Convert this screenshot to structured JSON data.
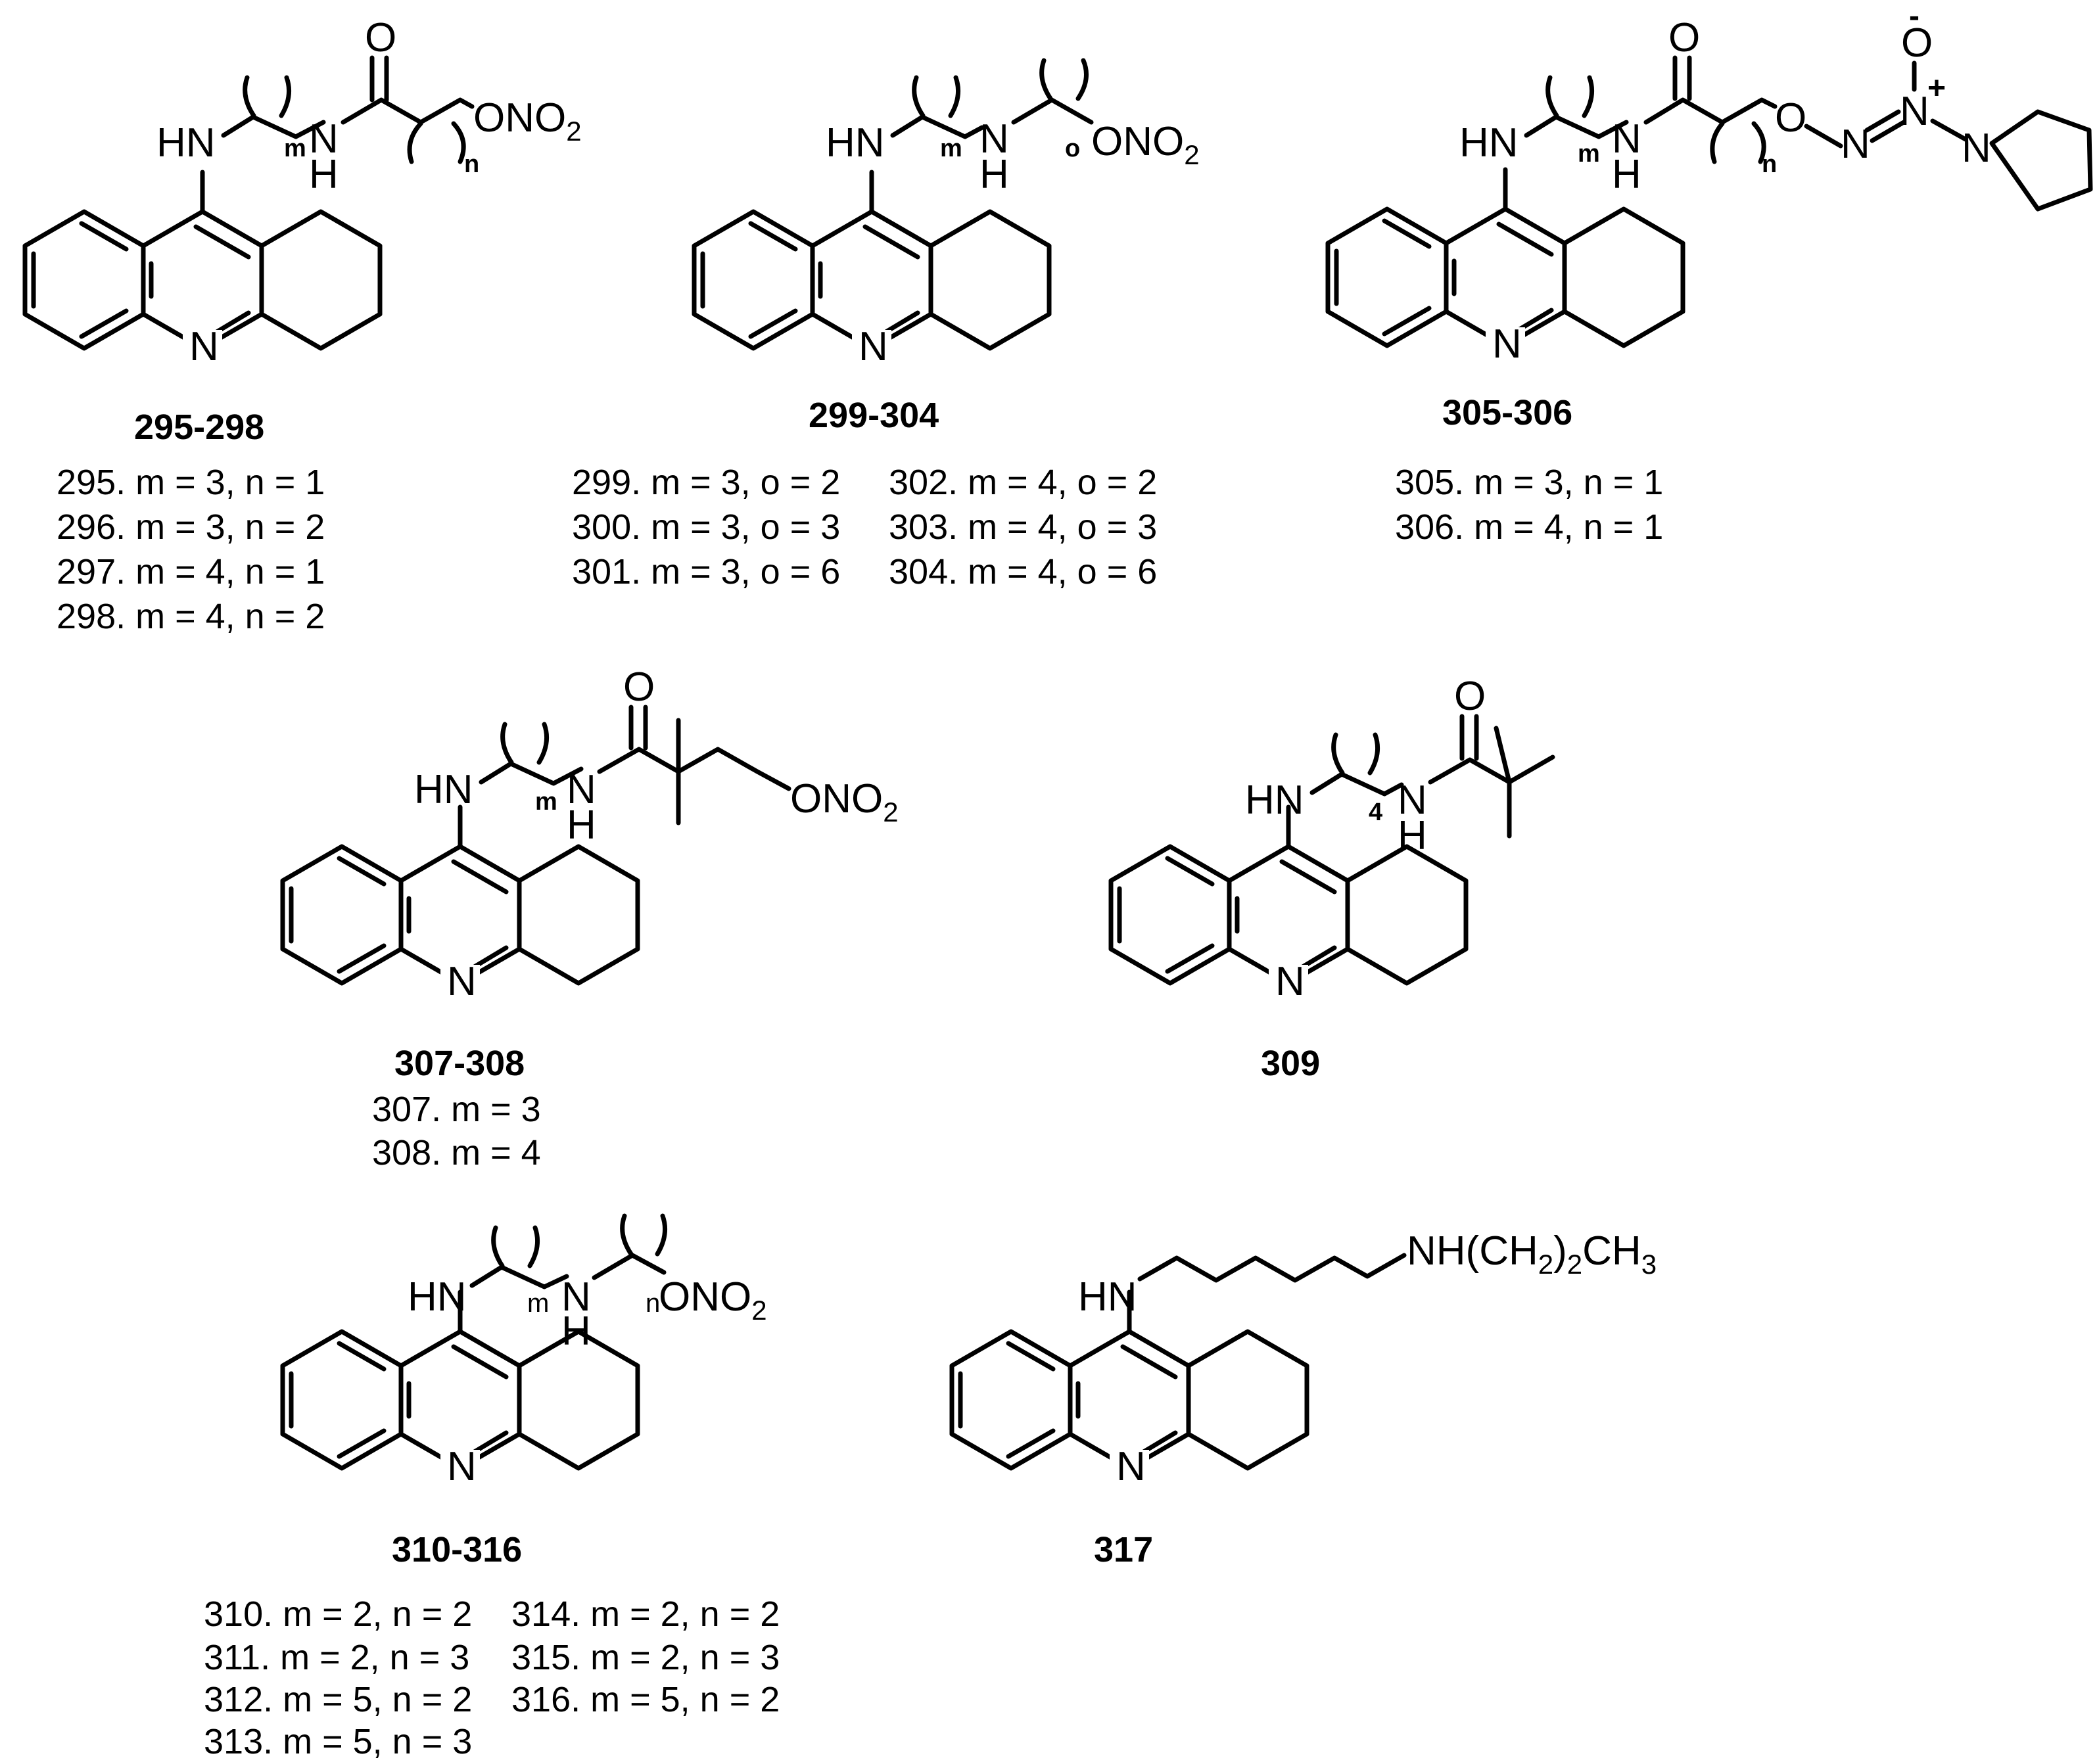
{
  "atoms": {
    "ring_n": "N",
    "hn": "HN",
    "n": "N",
    "h": "H",
    "o": "O",
    "ono2_prefix": "ONO",
    "two": "2",
    "n_plus": "N",
    "plus": "+",
    "minus": "-",
    "nh_propyl_a": "NH(CH",
    "nh_propyl_b": ")",
    "nh_propyl_c": "CH",
    "three": "3"
  },
  "indices": {
    "m": "m",
    "n": "n",
    "o": "o",
    "four": "4"
  },
  "compounds": [
    {
      "label": "295-298",
      "variants": [
        "295. m = 3, n = 1",
        "296. m = 3, n = 2",
        "297. m = 4, n = 1",
        "298. m = 4, n = 2"
      ]
    },
    {
      "label": "299-304",
      "variants": [
        "299. m = 3, o = 2",
        "300. m = 3, o = 3",
        "301. m = 3, o = 6",
        "302. m = 4, o = 2",
        "303. m = 4, o = 3",
        "304. m = 4, o = 6"
      ]
    },
    {
      "label": "305-306",
      "variants": [
        "305. m = 3, n = 1",
        "306. m = 4, n = 1"
      ]
    },
    {
      "label": "307-308",
      "variants": [
        "307. m = 3",
        "308. m = 4"
      ]
    },
    {
      "label": "309",
      "variants": []
    },
    {
      "label": "310-316",
      "variants": [
        "310. m = 2, n = 2",
        "311. m = 2, n = 3",
        "312. m = 5, n = 2",
        "313. m = 5, n = 3",
        "314. m = 2, n = 2",
        "315. m = 2, n = 3",
        "316. m = 5, n = 2"
      ]
    },
    {
      "label": "317",
      "variants": []
    }
  ]
}
